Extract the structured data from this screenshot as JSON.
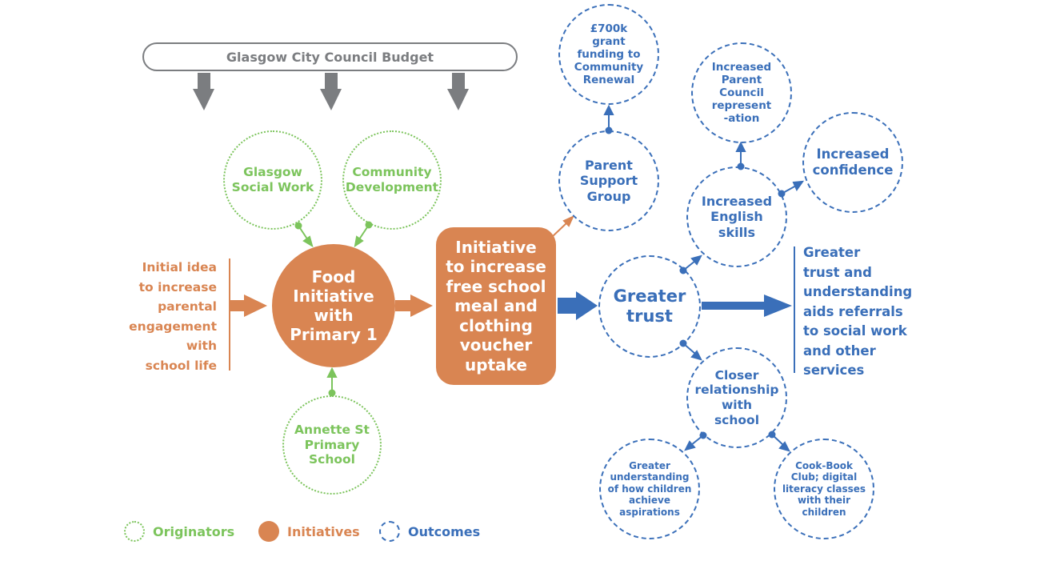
{
  "budget_label": "Glasgow City Council Budget",
  "initial_idea": "Initial idea\nto increase\nparental\nengagement\nwith\nschool life",
  "originators": {
    "social_work": "Glasgow\nSocial Work",
    "community": "Community\nDevelopment",
    "annette": "Annette St\nPrimary\nSchool"
  },
  "initiatives": {
    "food": "Food\nInitiative\nwith\nPrimary 1",
    "free_meal": "Initiative\nto increase\nfree school\nmeal and\nclothing\nvoucher\nuptake"
  },
  "outcomes": {
    "grant": "£700k\ngrant\nfunding to\nCommunity\nRenewal",
    "parent_support": "Parent\nSupport\nGroup",
    "parent_council": "Increased\nParent\nCouncil\nrepresent\n-ation",
    "english": "Increased\nEnglish\nskills",
    "confidence": "Increased\nconfidence",
    "greater_trust": "Greater\ntrust",
    "closer": "Closer\nrelationship\nwith\nschool",
    "understanding": "Greater\nunderstanding\nof how children\nachieve\naspirations",
    "cookbook": "Cook-Book\nClub; digital\nliteracy classes\nwith their\nchildren"
  },
  "greater_trust_text": "Greater\ntrust and\nunderstanding\naids referrals\nto social work\nand other\nservices",
  "legend": {
    "originators": "Originators",
    "initiatives": "Initiatives",
    "outcomes": "Outcomes"
  },
  "colors": {
    "originator": "#7cc45c",
    "initiative": "#d98552",
    "outcome": "#3a6fb9",
    "budget": "#7b7d80"
  }
}
